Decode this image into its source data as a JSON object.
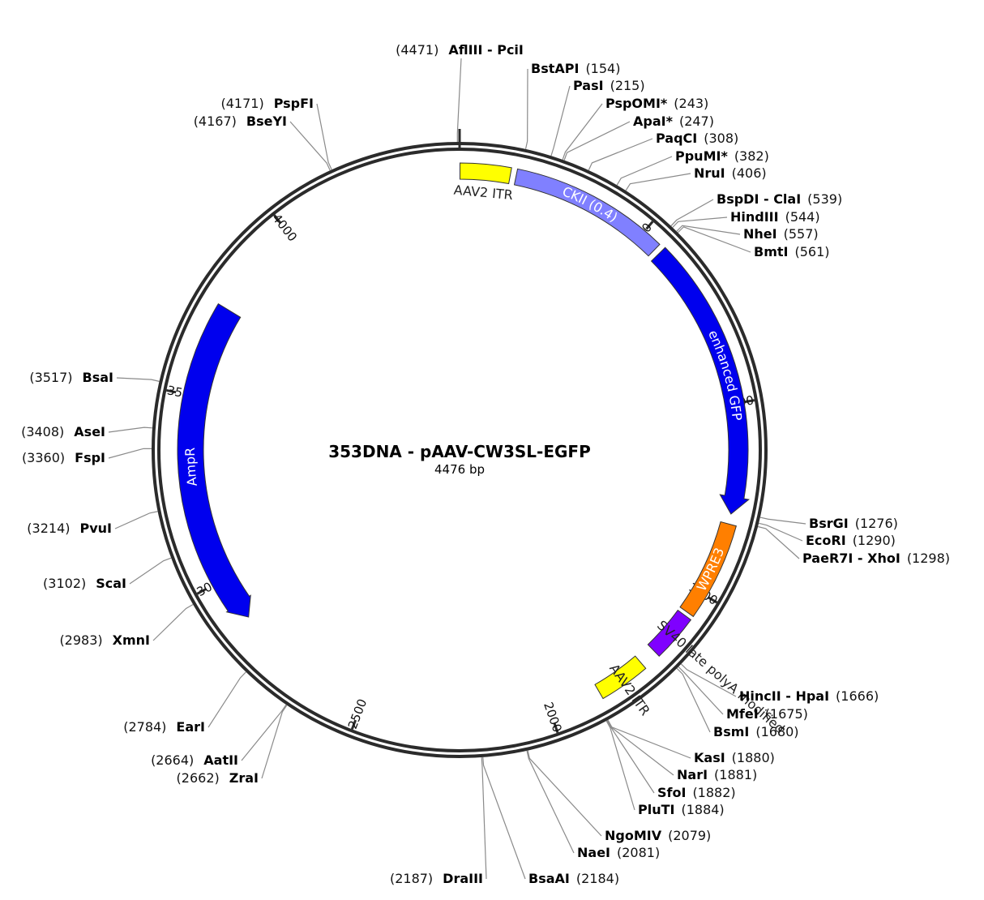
{
  "plasmid": {
    "name": "353DNA - pAAV-CW3SL-EGFP",
    "size_label": "4476 bp",
    "length": 4476
  },
  "ticks": [
    {
      "label": "500",
      "pos": 500
    },
    {
      "label": "1000",
      "pos": 1000
    },
    {
      "label": "1500",
      "pos": 1500
    },
    {
      "label": "2000",
      "pos": 2000
    },
    {
      "label": "2500",
      "pos": 2500
    },
    {
      "label": "3000",
      "pos": 3000
    },
    {
      "label": "3500",
      "pos": 3500
    },
    {
      "label": "4000",
      "pos": 4000
    }
  ],
  "features": [
    {
      "label": "AAV2 ITR",
      "start": 1,
      "end": 130,
      "color": "#ffff00",
      "text_color": "#222222",
      "arrow": false,
      "label_mode": "outside"
    },
    {
      "label": "CKII (0.4)",
      "start": 145,
      "end": 550,
      "color": "#8080ff",
      "text_color": "#ffffff",
      "arrow": false,
      "label_mode": "curved"
    },
    {
      "label": "enhanced GFP",
      "start": 565,
      "end": 1284,
      "color": "#0000ee",
      "text_color": "#ffffff",
      "arrow": true,
      "label_mode": "curved"
    },
    {
      "label": "WPRE3",
      "start": 1310,
      "end": 1560,
      "color": "#ff7f00",
      "text_color": "#ffffff",
      "arrow": false,
      "label_mode": "curved"
    },
    {
      "label": "SV40 late polyA modified",
      "start": 1570,
      "end": 1690,
      "color": "#7f00ff",
      "text_color": "#222222",
      "arrow": false,
      "label_mode": "radial"
    },
    {
      "label": "AAV2 ITR",
      "start": 1735,
      "end": 1865,
      "color": "#ffff00",
      "text_color": "#222222",
      "arrow": false,
      "label_mode": "radial"
    },
    {
      "label": "AmpR",
      "start": 2880,
      "end": 3745,
      "color": "#0000ee",
      "text_color": "#ffffff",
      "arrow": true,
      "direction": "ccw",
      "label_mode": "curved"
    }
  ],
  "sites": [
    {
      "name": "AflIII - PciI",
      "pos_label": "(4471)",
      "pos": 4471
    },
    {
      "name": "BstAPI",
      "pos_label": "(154)",
      "pos": 154
    },
    {
      "name": "PasI",
      "pos_label": "(215)",
      "pos": 215
    },
    {
      "name": "PspOMI*",
      "pos_label": "(243)",
      "pos": 243
    },
    {
      "name": "ApaI*",
      "pos_label": "(247)",
      "pos": 247
    },
    {
      "name": "PaqCI",
      "pos_label": "(308)",
      "pos": 308
    },
    {
      "name": "PpuMI*",
      "pos_label": "(382)",
      "pos": 382
    },
    {
      "name": "NruI",
      "pos_label": "(406)",
      "pos": 406
    },
    {
      "name": "BspDI - ClaI",
      "pos_label": "(539)",
      "pos": 539
    },
    {
      "name": "HindIII",
      "pos_label": "(544)",
      "pos": 544
    },
    {
      "name": "NheI",
      "pos_label": "(557)",
      "pos": 557
    },
    {
      "name": "BmtI",
      "pos_label": "(561)",
      "pos": 561
    },
    {
      "name": "BsrGI",
      "pos_label": "(1276)",
      "pos": 1276
    },
    {
      "name": "EcoRI",
      "pos_label": "(1290)",
      "pos": 1290
    },
    {
      "name": "PaeR7I - XhoI",
      "pos_label": "(1298)",
      "pos": 1298
    },
    {
      "name": "HincII - HpaI",
      "pos_label": "(1666)",
      "pos": 1666
    },
    {
      "name": "MfeI",
      "pos_label": "(1675)",
      "pos": 1675
    },
    {
      "name": "BsmI",
      "pos_label": "(1680)",
      "pos": 1680
    },
    {
      "name": "KasI",
      "pos_label": "(1880)",
      "pos": 1880
    },
    {
      "name": "NarI",
      "pos_label": "(1881)",
      "pos": 1881
    },
    {
      "name": "SfoI",
      "pos_label": "(1882)",
      "pos": 1882
    },
    {
      "name": "PluTI",
      "pos_label": "(1884)",
      "pos": 1884
    },
    {
      "name": "NgoMIV",
      "pos_label": "(2079)",
      "pos": 2079
    },
    {
      "name": "NaeI",
      "pos_label": "(2081)",
      "pos": 2081
    },
    {
      "name": "BsaAI",
      "pos_label": "(2184)",
      "pos": 2184
    },
    {
      "name": "DraIII",
      "pos_label": "(2187)",
      "pos": 2187
    },
    {
      "name": "ZraI",
      "pos_label": "(2662)",
      "pos": 2662
    },
    {
      "name": "AatII",
      "pos_label": "(2664)",
      "pos": 2664
    },
    {
      "name": "EarI",
      "pos_label": "(2784)",
      "pos": 2784
    },
    {
      "name": "XmnI",
      "pos_label": "(2983)",
      "pos": 2983
    },
    {
      "name": "ScaI",
      "pos_label": "(3102)",
      "pos": 3102
    },
    {
      "name": "PvuI",
      "pos_label": "(3214)",
      "pos": 3214
    },
    {
      "name": "FspI",
      "pos_label": "(3360)",
      "pos": 3360
    },
    {
      "name": "AseI",
      "pos_label": "(3408)",
      "pos": 3408
    },
    {
      "name": "BsaI",
      "pos_label": "(3517)",
      "pos": 3517
    },
    {
      "name": "BseYI",
      "pos_label": "(4167)",
      "pos": 4167
    },
    {
      "name": "PspFI",
      "pos_label": "(4171)",
      "pos": 4171
    }
  ]
}
